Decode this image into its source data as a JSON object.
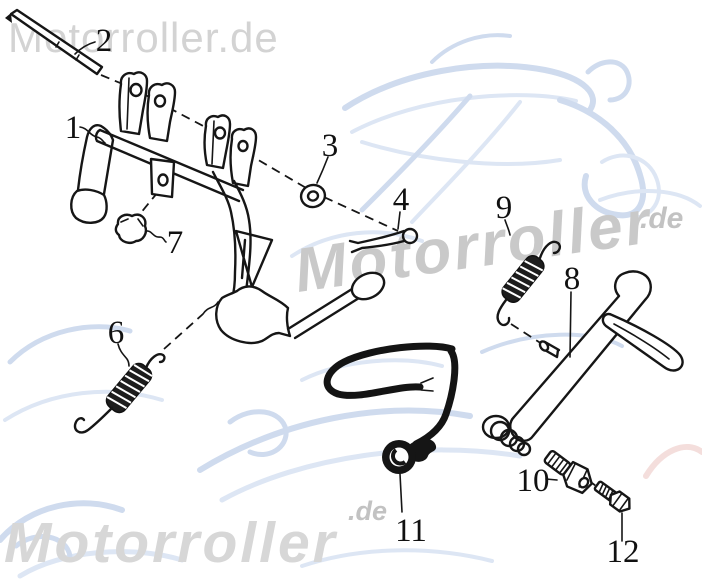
{
  "watermarks": {
    "top": "Motorroller.de",
    "middle": "Motorroller",
    "middle_suffix": ".de",
    "bottom": "Motorroller",
    "bottom_suffix": ".de"
  },
  "labels": {
    "part1": "1",
    "part2": "2",
    "part3": "3",
    "part4": "4",
    "part6": "6",
    "part7": "7",
    "part8": "8",
    "part9": "9",
    "part10": "10",
    "part11": "11",
    "part12": "12"
  },
  "colors": {
    "line_art": "#161616",
    "watermark_gray": "#d0d0d0",
    "watermark_blue": "#cfdbee",
    "watermark_pink": "#f4dedc",
    "background": "#ffffff"
  }
}
